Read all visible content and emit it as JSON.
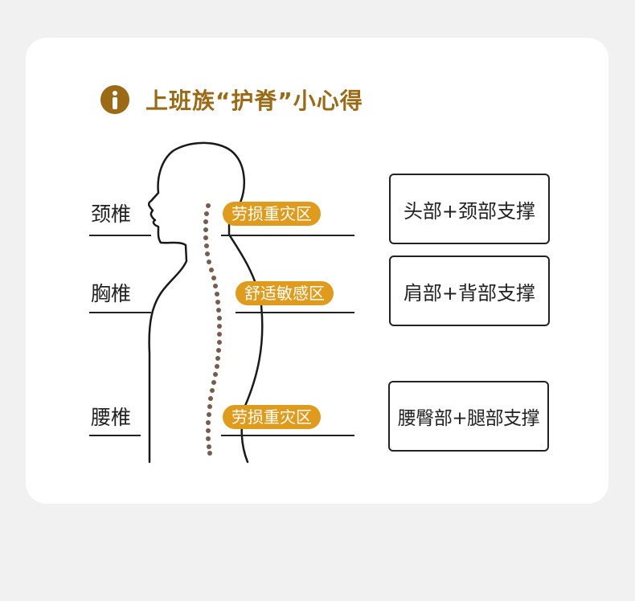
{
  "title": "上班族“护脊”小心得",
  "icon": "info-icon",
  "colors": {
    "accent": "#9c6a14",
    "tag": "#e19b1c",
    "spine_dots": "#7a5a4a"
  },
  "regions": [
    {
      "label": "颈椎",
      "tag": "劳损重灾区",
      "support": "头部+颈部支撑"
    },
    {
      "label": "胸椎",
      "tag": "舒适敏感区",
      "support": "肩部+背部支撑"
    },
    {
      "label": "腰椎",
      "tag": "劳损重灾区",
      "support": "腰臀部+腿部支撑"
    }
  ]
}
